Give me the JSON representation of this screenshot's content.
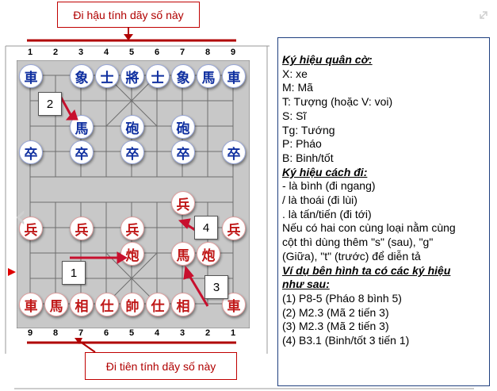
{
  "callouts": {
    "top": "Đi hậu tính dãy số này",
    "bottom": "Đi tiên tính dãy số này"
  },
  "board": {
    "top_numbers": [
      "1",
      "2",
      "3",
      "4",
      "5",
      "6",
      "7",
      "8",
      "9"
    ],
    "bottom_numbers": [
      "9",
      "8",
      "7",
      "6",
      "5",
      "4",
      "3",
      "2",
      "1"
    ],
    "blue_pieces": [
      "車",
      "象",
      "士",
      "將",
      "士",
      "象",
      "馬",
      "車",
      "馬",
      "砲",
      "砲",
      "卒",
      "卒",
      "卒",
      "卒",
      "卒"
    ],
    "red_pieces": [
      "兵",
      "兵",
      "兵",
      "兵",
      "兵",
      "炮",
      "馬",
      "炮",
      "車",
      "馬",
      "相",
      "仕",
      "帥",
      "仕",
      "相",
      "車"
    ],
    "markers": [
      "2",
      "4",
      "1",
      "3"
    ],
    "colors": {
      "board_bg": "#c8c8c8",
      "blue": "#1030a0",
      "red": "#c01818",
      "arrow": "#c8102e"
    }
  },
  "legend": {
    "lines": [
      "Ký hiệu quân cờ:",
      "X: xe",
      "M: Mã",
      "T: Tượng (hoặc V: voi)",
      "S: Sĩ",
      "Tg: Tướng",
      "P: Pháo",
      "B: Binh/tốt",
      "Ký hiệu cách đi:",
      "- là bình (đi ngang)",
      "/ là thoái (đi lùi)",
      ". là tấn/tiến (đi tới)",
      "Nếu có hai con cùng loại nằm cùng",
      "cột thì dùng thêm \"s\" (sau), \"g\"",
      "(Giữa), \"t\" (trước) để diễn tả",
      "Ví dụ bên hình ta có các ký hiệu",
      "như sau:",
      "(1) P8-5 (Pháo 8 bình 5)",
      "(2) M2.3 (Mã 2 tiến 3)",
      "(3) M2.3 (Mã 2 tiến 3)",
      "(4) B3.1 (Binh/tốt 3 tiến 1)"
    ]
  },
  "icons": {
    "expand": "expand-icon",
    "prev": "chevron-left-icon",
    "next": "chevron-right-icon",
    "pointer": "pointer-arrow-icon"
  }
}
